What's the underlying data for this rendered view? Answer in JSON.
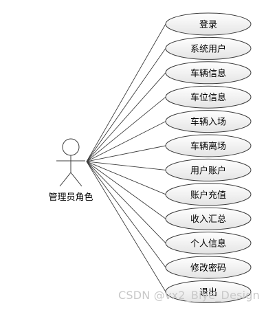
{
  "actor": {
    "label": "管理员角色"
  },
  "use_cases": [
    {
      "label": "登录"
    },
    {
      "label": "系统用户"
    },
    {
      "label": "车辆信息"
    },
    {
      "label": "车位信息"
    },
    {
      "label": "车辆入场"
    },
    {
      "label": "车辆离场"
    },
    {
      "label": "用户账户"
    },
    {
      "label": "账户充值"
    },
    {
      "label": "收入汇总"
    },
    {
      "label": "个人信息"
    },
    {
      "label": "修改密码"
    },
    {
      "label": "退出"
    }
  ],
  "watermark": {
    "text": "CSDN @vx2_Biye_Design"
  },
  "colors": {
    "ellipse_fill_top": "#ffffff",
    "ellipse_fill_bottom": "#e6e6e6",
    "line": "#3c3c3c",
    "watermark": "#c8c8c8"
  }
}
